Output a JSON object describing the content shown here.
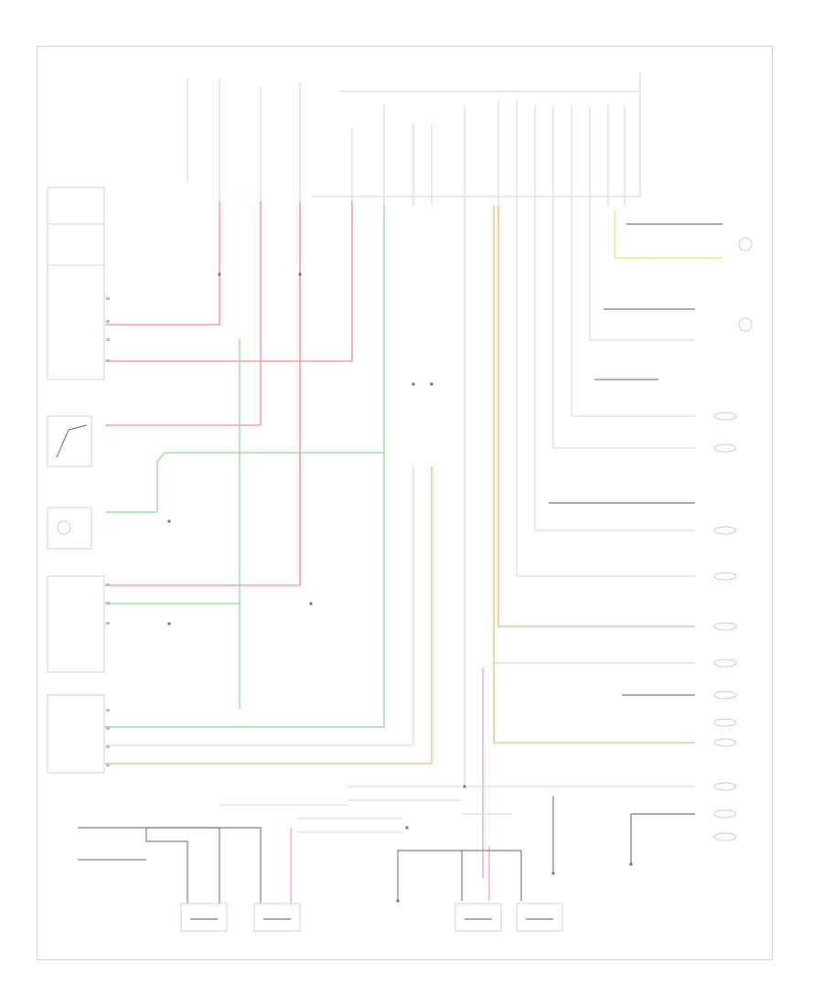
{
  "diagram": {
    "code": "",
    "left_modules": [
      {
        "id": "headlamp_switch",
        "title": "",
        "pins": [
          "",
          "",
          ""
        ]
      },
      {
        "id": "stop_lamp_switch",
        "title": "",
        "pins": [
          ""
        ]
      },
      {
        "id": "high_mount_stop_lamp",
        "title": "",
        "pins": [
          ""
        ]
      },
      {
        "id": "cluster",
        "title": "",
        "pins": [
          "",
          "",
          "",
          ""
        ]
      }
    ],
    "right_lamps": [
      {
        "id": "lamp-1",
        "label": ""
      },
      {
        "id": "lamp-2",
        "label": ""
      },
      {
        "id": "lamp-3",
        "label": ""
      },
      {
        "id": "lamp-4",
        "label": ""
      },
      {
        "id": "lamp-5",
        "label": ""
      },
      {
        "id": "lamp-6",
        "label": ""
      },
      {
        "id": "lamp-7",
        "label": ""
      },
      {
        "id": "lamp-8",
        "label": ""
      },
      {
        "id": "lamp-9",
        "label": ""
      },
      {
        "id": "lamp-10",
        "label": ""
      },
      {
        "id": "lamp-11",
        "label": ""
      },
      {
        "id": "lamp-12",
        "label": ""
      },
      {
        "id": "lamp-13",
        "label": ""
      },
      {
        "id": "lamp-14",
        "label": ""
      }
    ],
    "bottom_lamps": [
      {
        "id": "left-rear-tail-lamp",
        "label": ""
      },
      {
        "id": "right-rear-tail-lamp",
        "label": ""
      },
      {
        "id": "right-license-lamp",
        "label": ""
      },
      {
        "id": "left-license-lamp",
        "label": ""
      }
    ],
    "colors": {
      "red": "#f08a8a",
      "green": "#8ed88e",
      "orange": "#f0b47a",
      "yellow": "#e8e86a",
      "pink": "#e8a0e8",
      "gray": "#d6d6d6"
    }
  }
}
